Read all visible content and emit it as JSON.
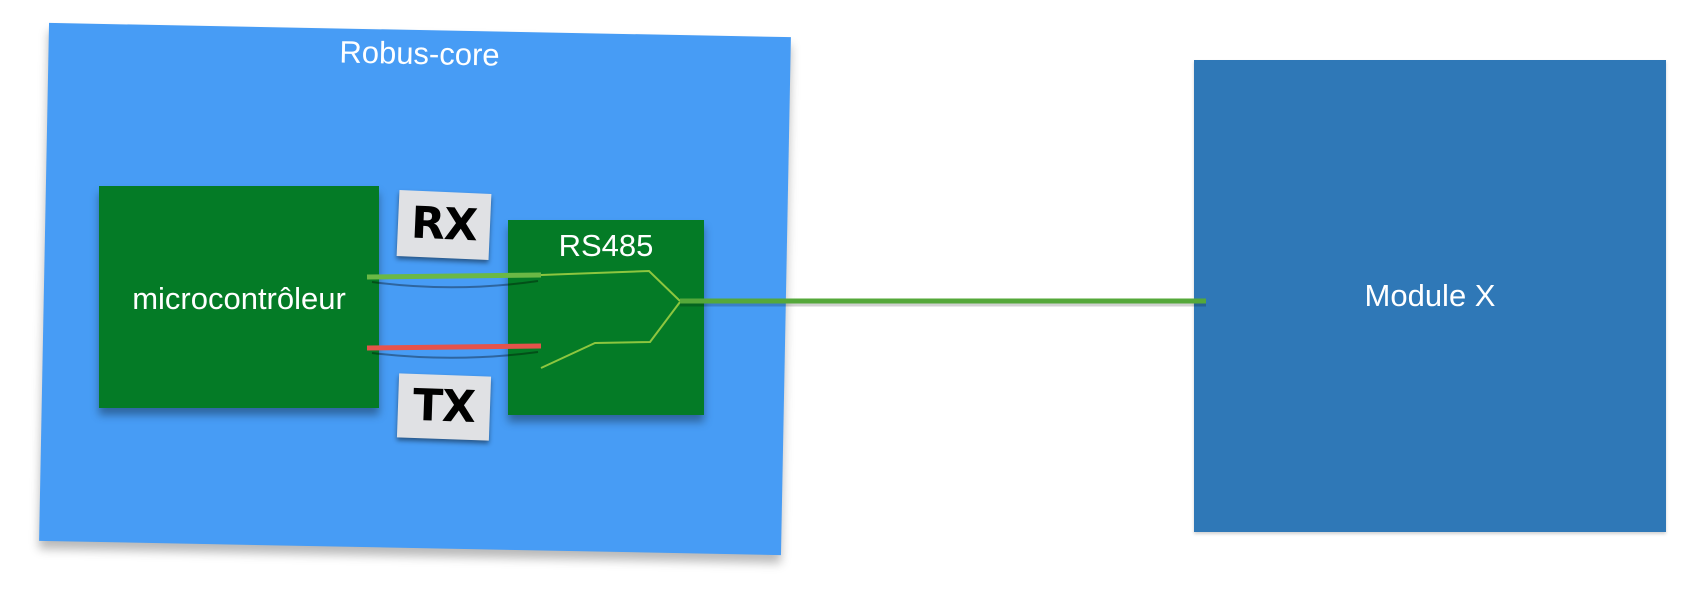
{
  "diagram": {
    "robus_core": {
      "label": "Robus-core",
      "color": "#479cf5"
    },
    "microcontroller": {
      "label": "microcontrôleur",
      "color": "#047b26"
    },
    "rs485": {
      "label": "RS485",
      "color": "#047b26"
    },
    "rx_tag": {
      "label": "RX"
    },
    "tx_tag": {
      "label": "TX"
    },
    "module_x": {
      "label": "Module X",
      "color": "#2f78b7"
    },
    "wire_colors": {
      "rx": "#6bb845",
      "tx": "#e5534b",
      "bus": "#55a83a",
      "internal": "#8dc63f"
    }
  }
}
